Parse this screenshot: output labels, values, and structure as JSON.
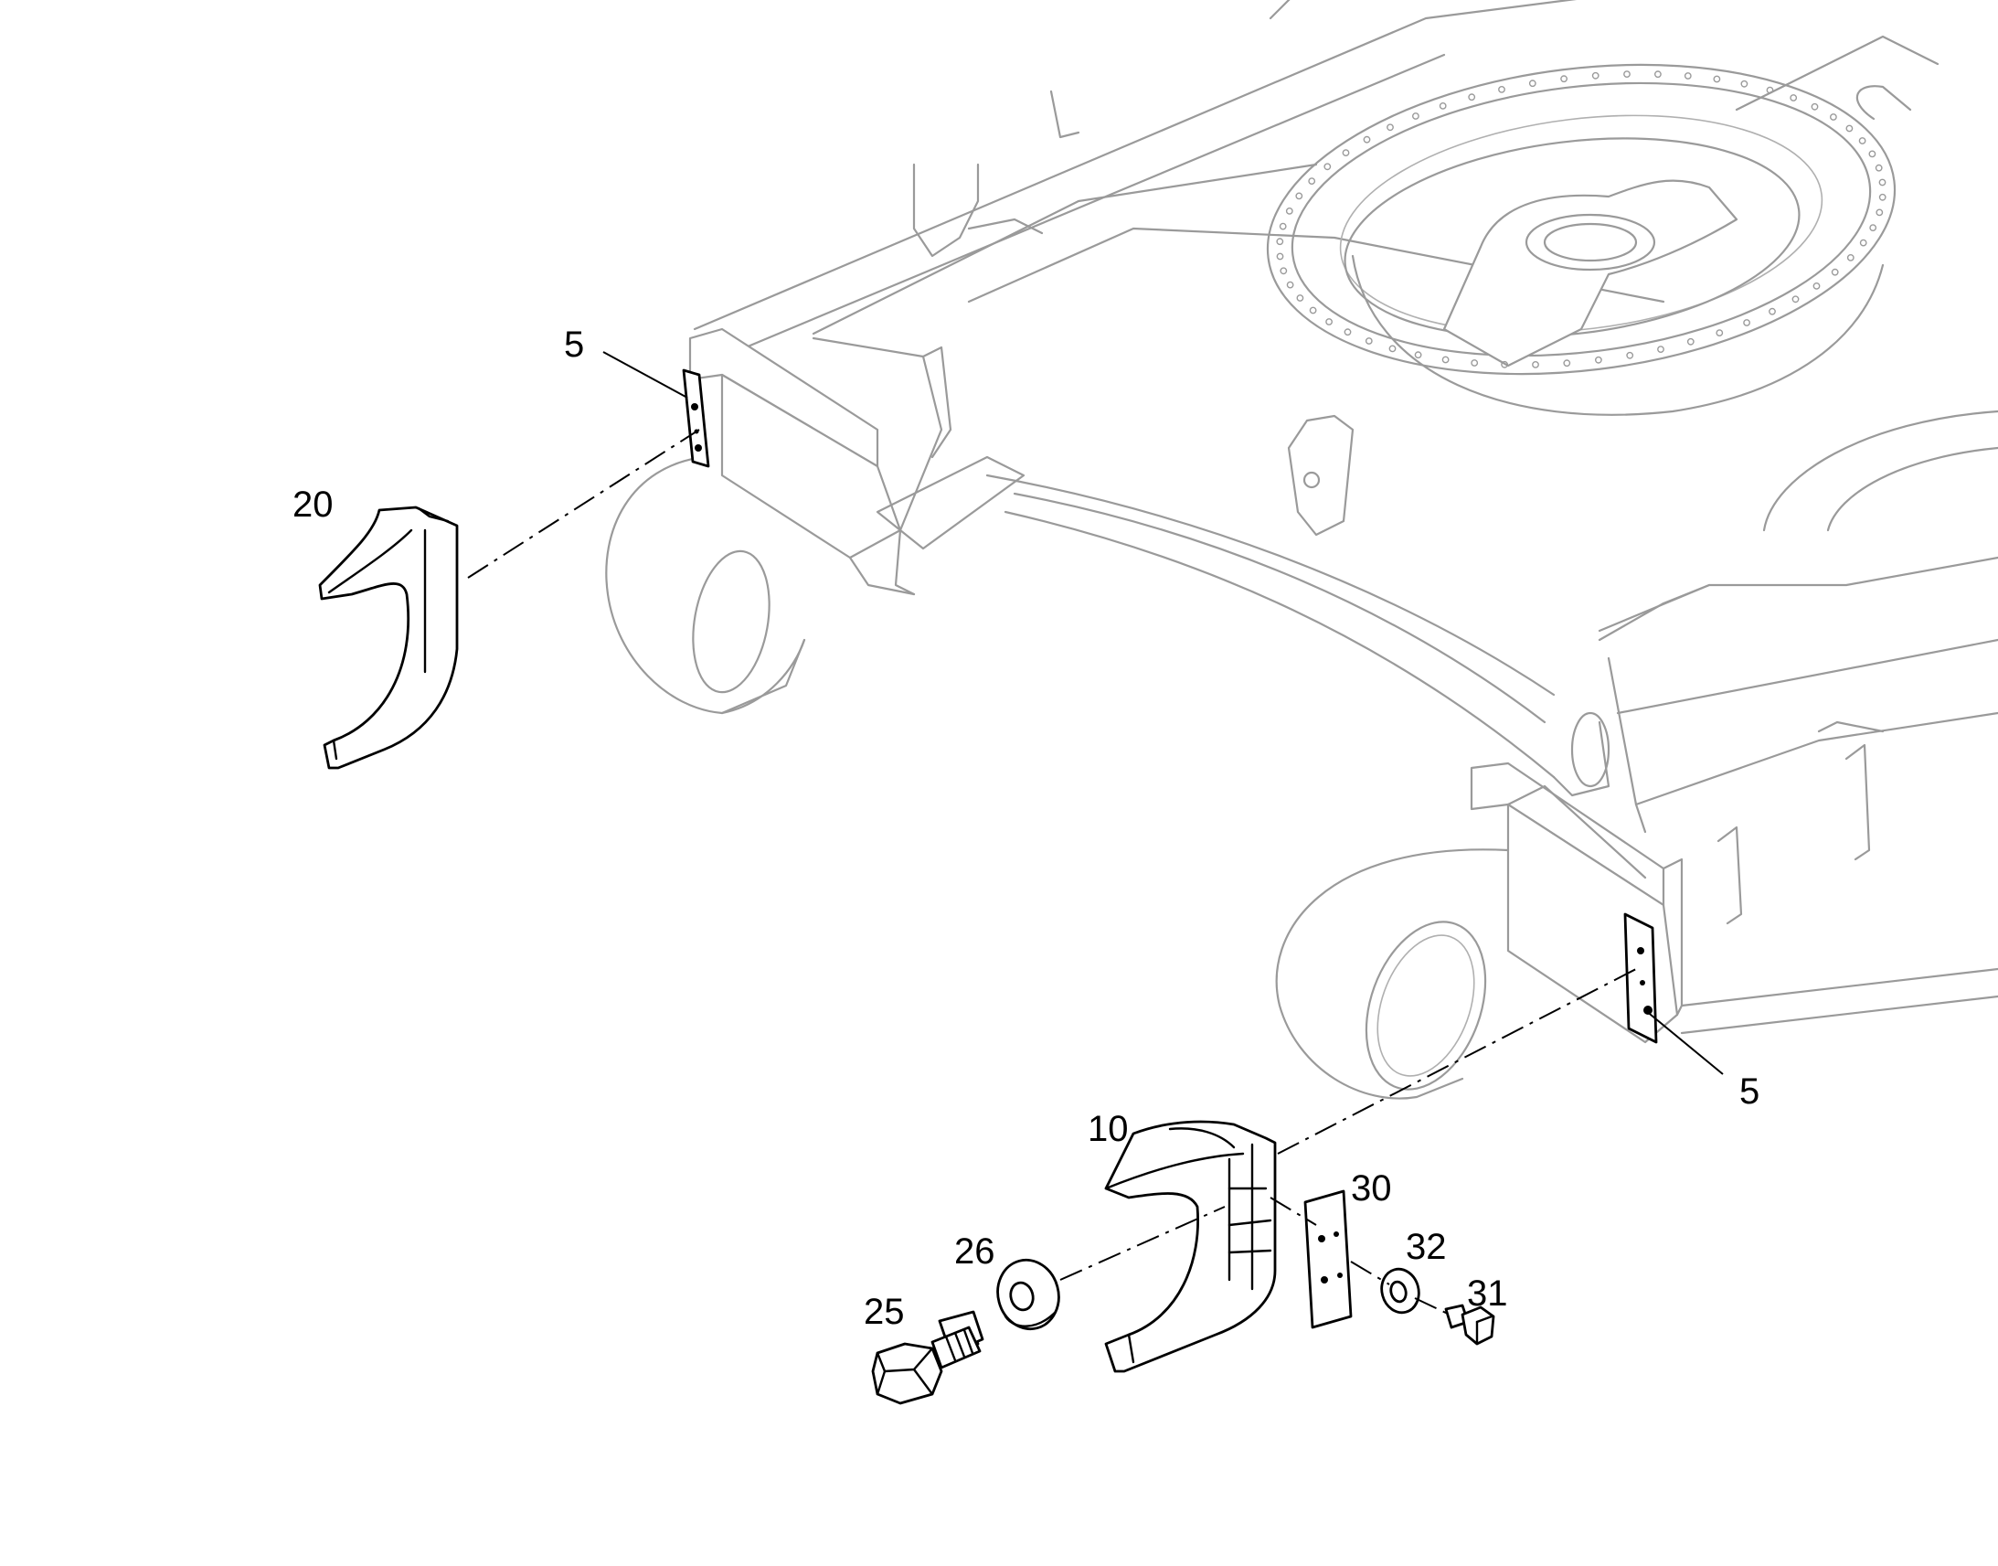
{
  "callouts": {
    "c5_top": "5",
    "c20": "20",
    "c5_bottom": "5",
    "c10": "10",
    "c30": "30",
    "c26": "26",
    "c32": "32",
    "c25": "25",
    "c31": "31"
  },
  "colors": {
    "frame_lines": "#9a9a9a",
    "parts": "#000000",
    "background": "#ffffff"
  }
}
